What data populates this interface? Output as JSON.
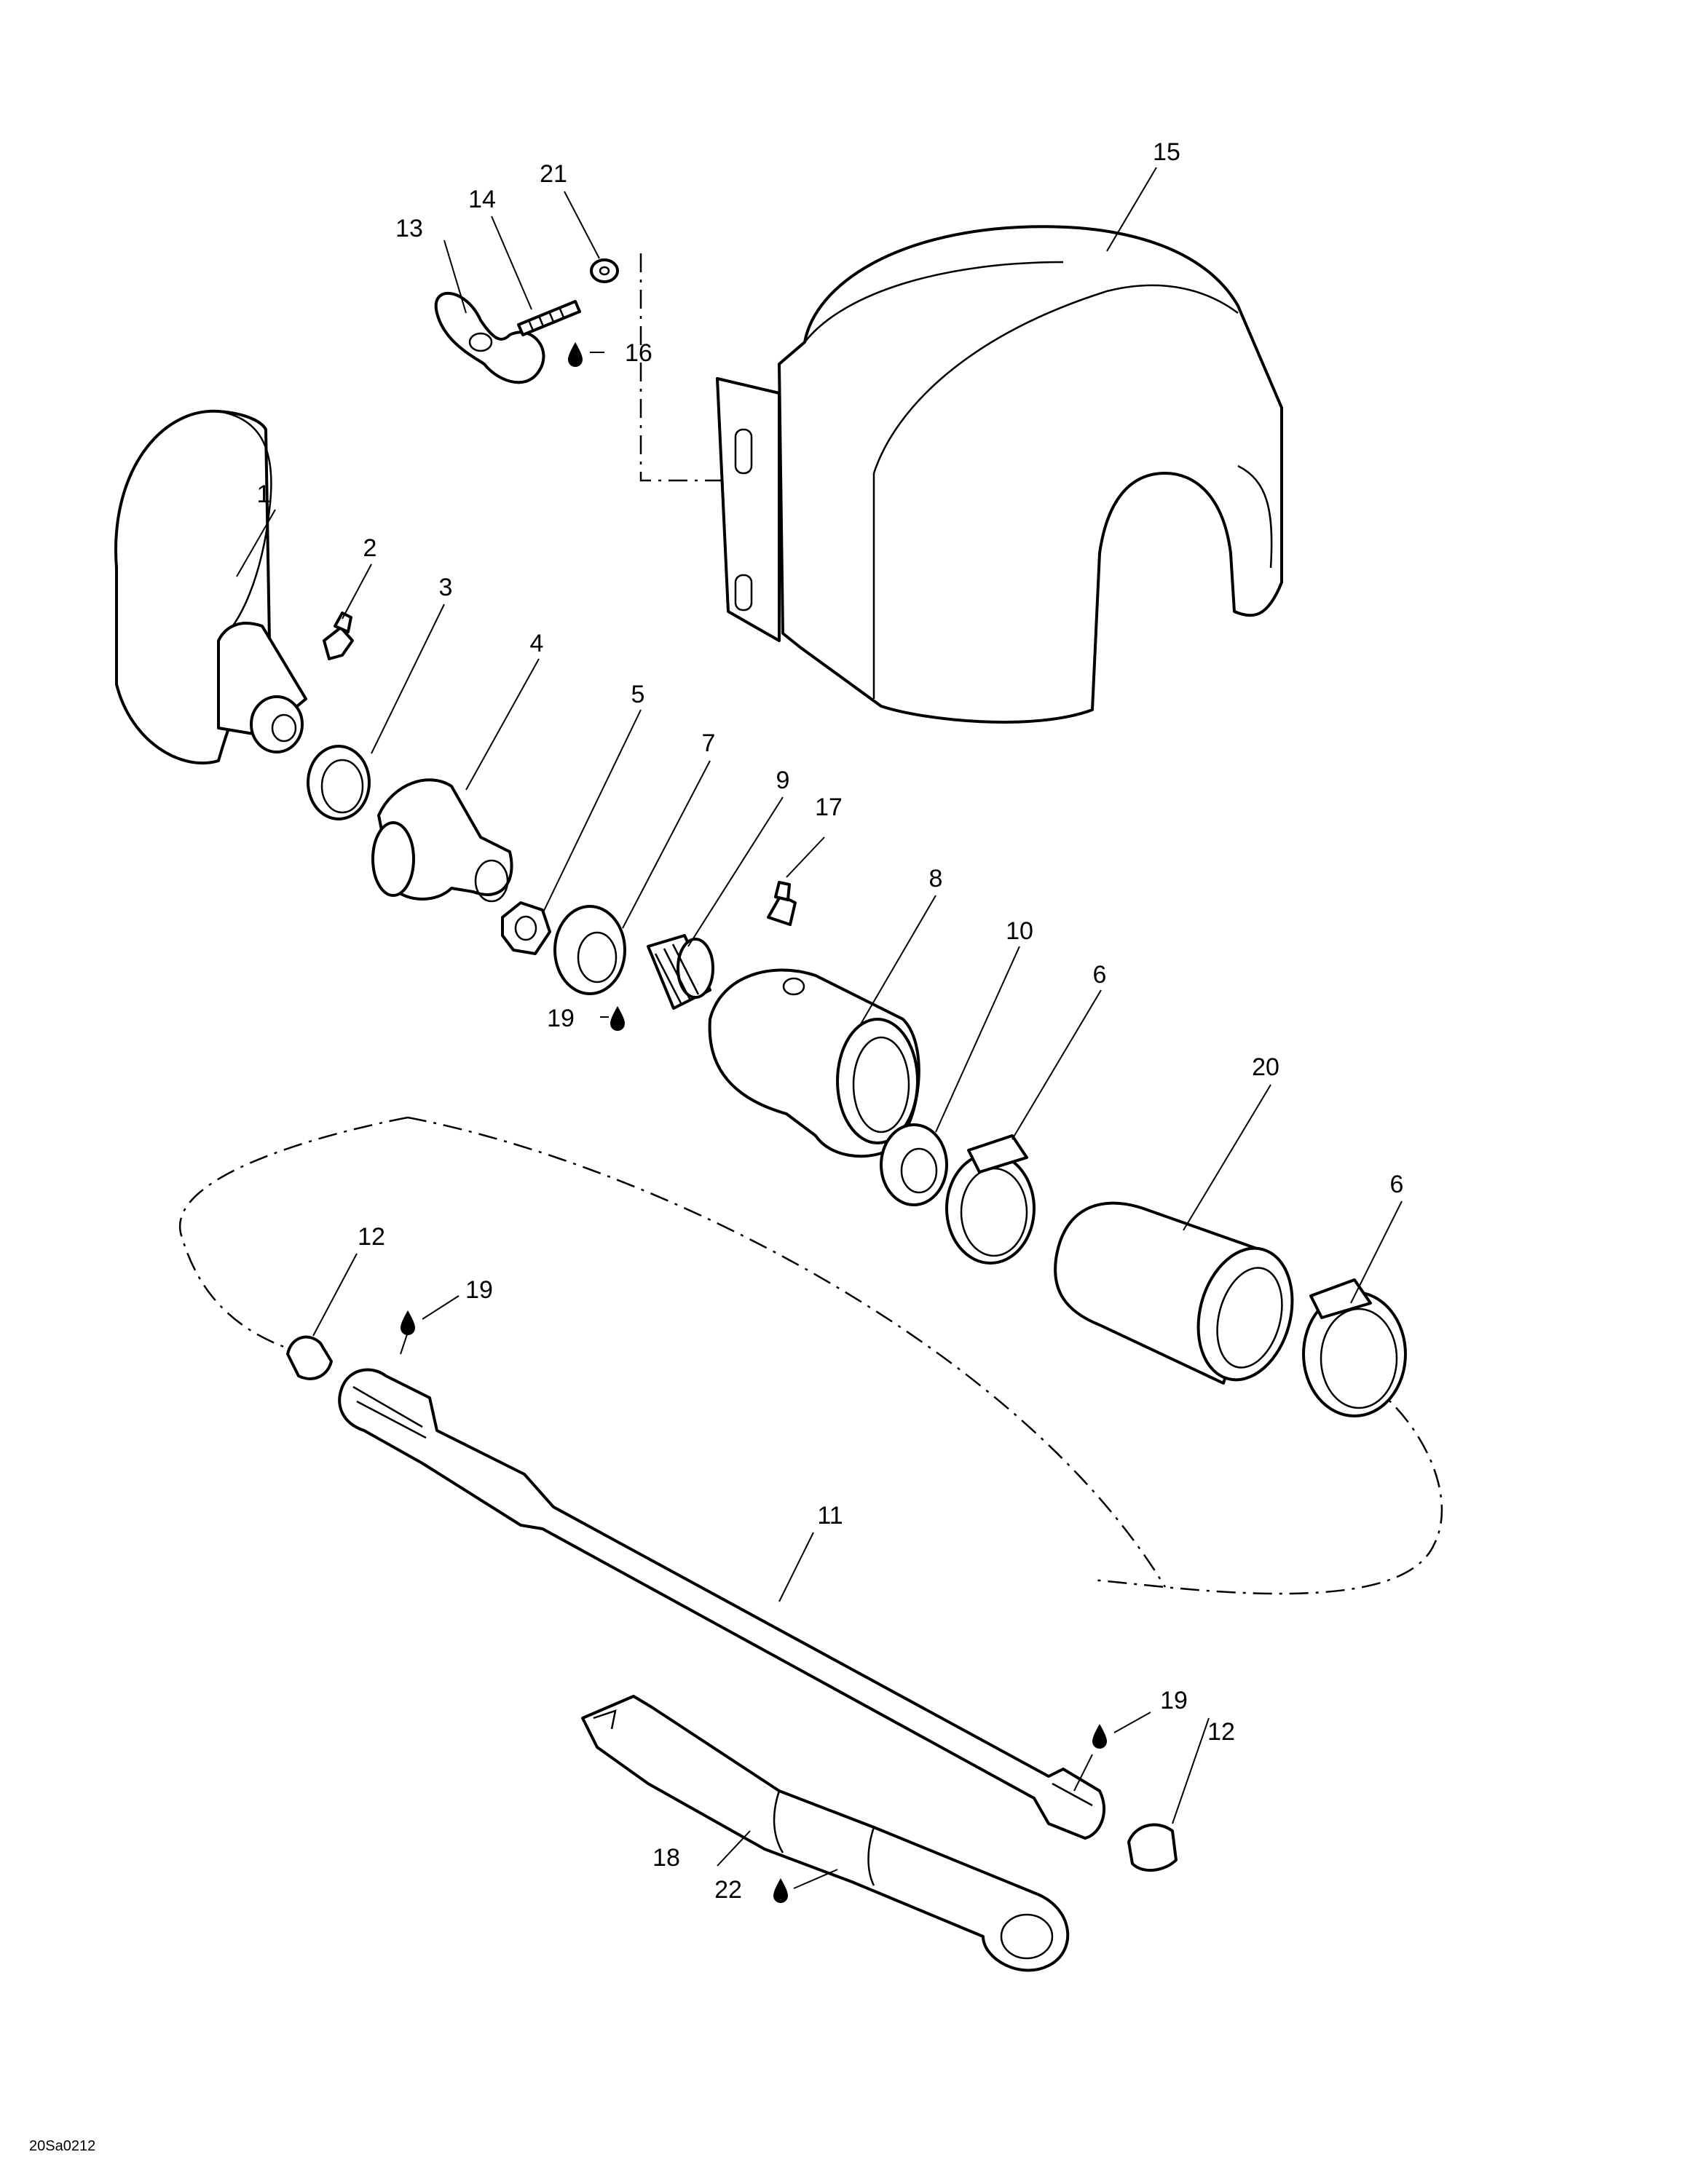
{
  "figure_code": "20Sa0212",
  "callouts": [
    "1",
    "2",
    "3",
    "4",
    "5",
    "6",
    "7",
    "8",
    "9",
    "10",
    "11",
    "12",
    "13",
    "14",
    "15",
    "16",
    "17",
    "18",
    "19",
    "20",
    "21",
    "22"
  ]
}
